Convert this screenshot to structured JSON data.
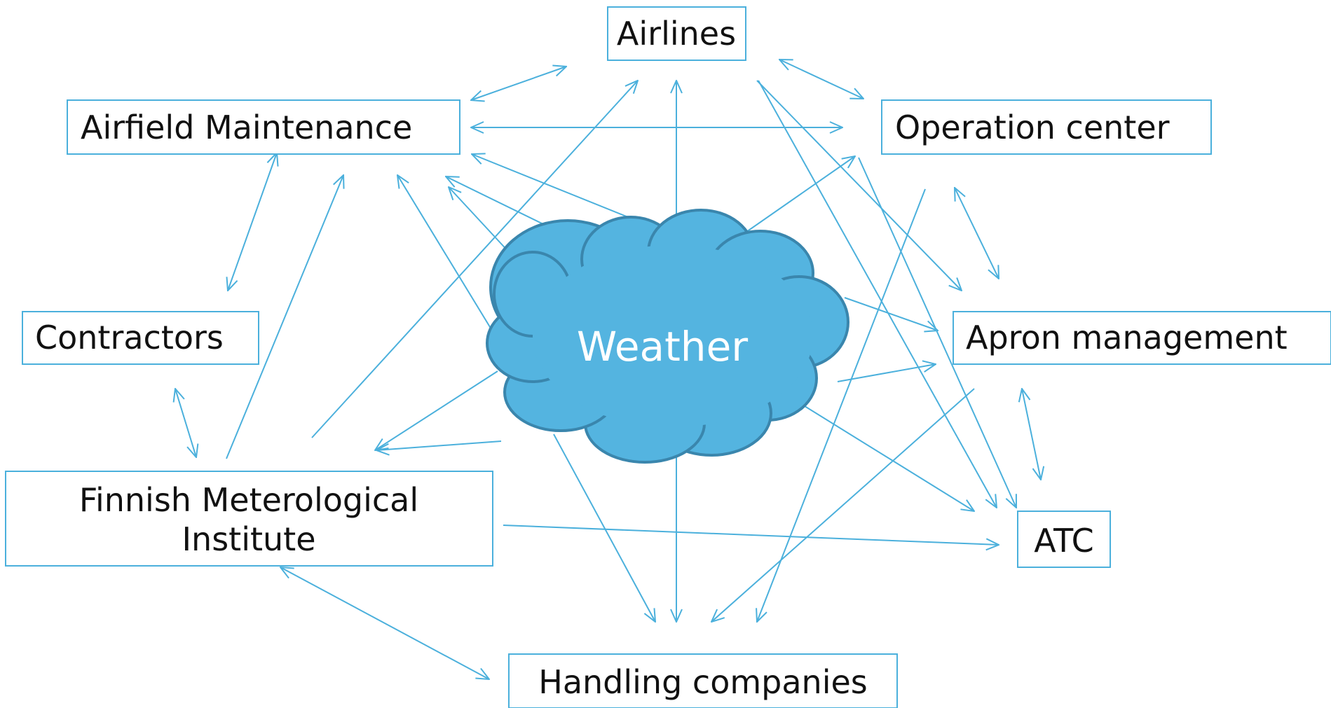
{
  "diagram": {
    "center": {
      "label": "Weather",
      "fill": "#54b4e0",
      "stroke": "#3a86ad"
    },
    "nodes": {
      "airlines": "Airlines",
      "airfield_maintenance": "Airfield Maintenance",
      "operation_center": "Operation center",
      "contractors": "Contractors",
      "apron_management": "Apron management",
      "fmi_line1": "Finnish Meterological",
      "fmi_line2": "Institute",
      "atc": "ATC",
      "handling_companies": "Handling companies"
    },
    "colors": {
      "arrow": "#4bb0dc",
      "box_border": "#4bb0dc",
      "text": "#111111"
    }
  }
}
